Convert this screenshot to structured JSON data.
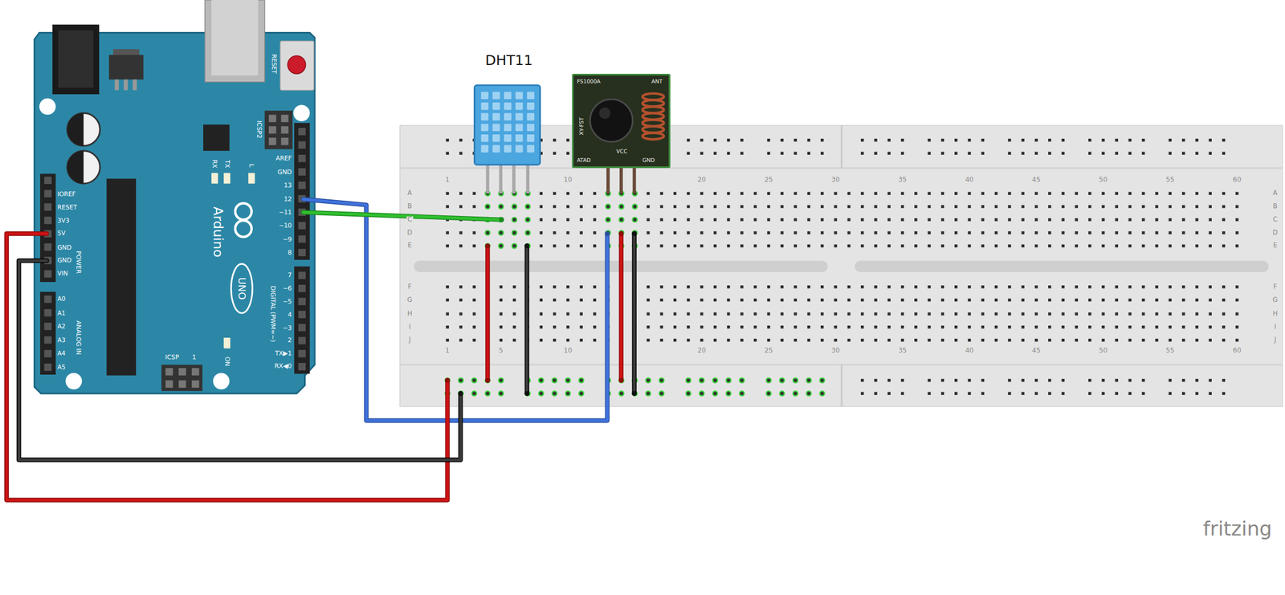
{
  "diagram": {
    "nodes": [
      {
        "text": [
          "DHT11"
        ]
      },
      {
        "text": [
          "FS1000A",
          "ANT",
          "XY-FST",
          "ATAD",
          "VCC",
          "GND"
        ]
      }
    ],
    "labels": [
      "RESET",
      "ICSP2",
      "AREF",
      "GND",
      "13",
      "12",
      "~11",
      "~10",
      "~9",
      "8",
      "RX",
      "TX",
      "L",
      "Arduino",
      "UNO",
      "DIGITAL (PWM=~)",
      "7",
      "~6",
      "~5",
      "4",
      "~3",
      "2",
      "TX▶1",
      "RX◀0",
      "IOREF",
      "RESET",
      "3V3",
      "5V",
      "GND",
      "GND",
      "VIN",
      "POWER",
      "A0",
      "A1",
      "A2",
      "A3",
      "A4",
      "A5",
      "ANALOG IN",
      "ICSP",
      "1",
      "ON",
      "1",
      "10",
      "20",
      "25",
      "30",
      "35",
      "40",
      "45",
      "50",
      "55",
      "60",
      "A",
      "B",
      "C",
      "D",
      "E",
      "F",
      "G",
      "H",
      "I",
      "J",
      "A",
      "B",
      "C",
      "D",
      "E",
      "F",
      "G",
      "H",
      "I",
      "J",
      "1",
      "5",
      "10",
      "20",
      "25",
      "30",
      "35",
      "40",
      "45",
      "50",
      "55",
      "60",
      "fritzing"
    ]
  }
}
